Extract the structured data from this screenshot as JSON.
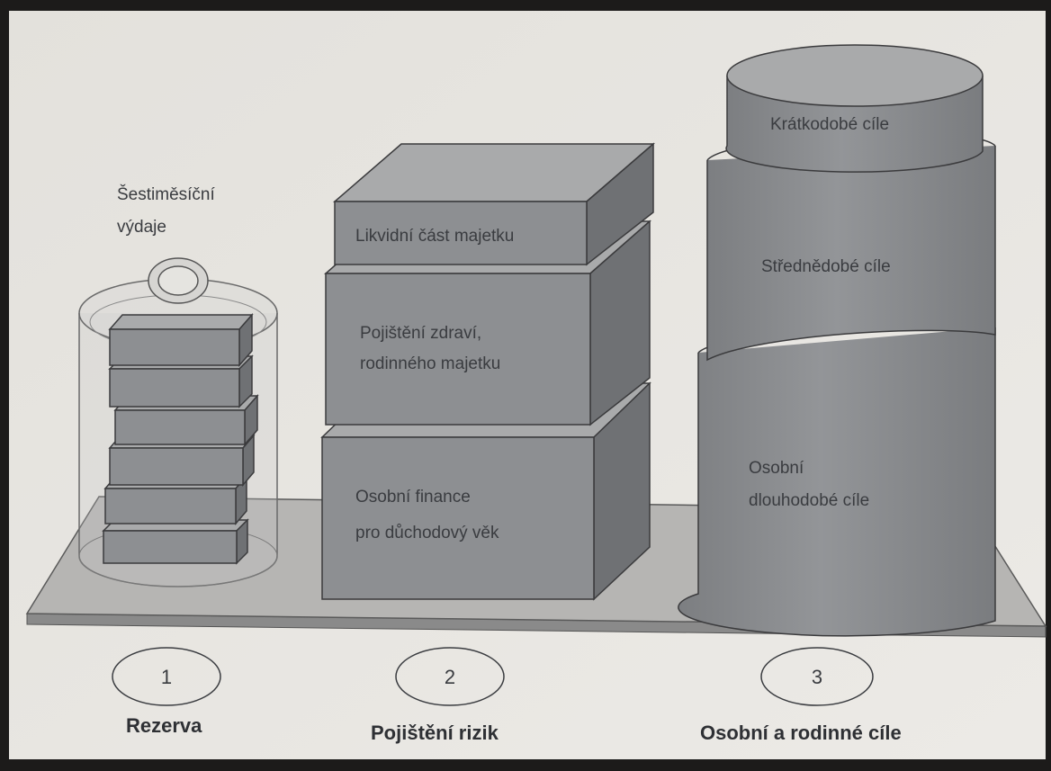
{
  "diagram": {
    "colors": {
      "paper": "#e7e4df",
      "block_front": "#8d8f92",
      "block_top": "#a9aaab",
      "block_side": "#6f7174",
      "platform_top": "#b6b5b3",
      "platform_edge": "#8a8a8a",
      "ink": "#3a3c40"
    },
    "reserve_column": {
      "top_label_line1": "Šestiměsíční",
      "top_label_line2": "výdaje",
      "number": "1",
      "caption": "Rezerva"
    },
    "risk_column": {
      "box_top_label": "Likvidní část majetku",
      "box_middle_line1": "Pojištění zdraví,",
      "box_middle_line2": "rodinného majetku",
      "box_bottom_line1": "Osobní finance",
      "box_bottom_line2": "pro důchodový věk",
      "number": "2",
      "caption": "Pojištění rizik"
    },
    "goals_column": {
      "top_label": "Krátkodobé cíle",
      "middle_label": "Střednědobé cíle",
      "bottom_line1": "Osobní",
      "bottom_line2": "dlouhodobé cíle",
      "number": "3",
      "caption": "Osobní a rodinné cíle"
    }
  }
}
